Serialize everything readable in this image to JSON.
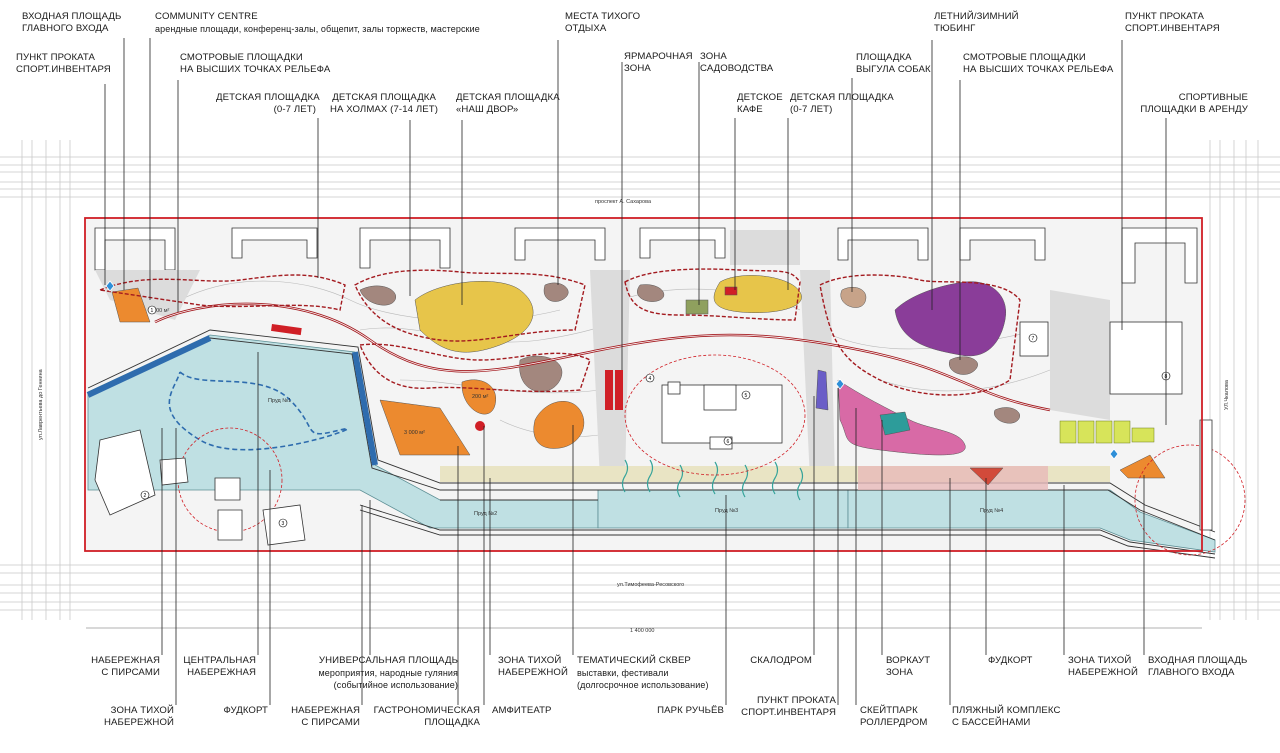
{
  "streets": {
    "top": "проспект А. Сахарова",
    "bottom": "ул.Тимофеева-Ресовского",
    "left": "ул.Лаврентьева до Геннина",
    "right": "УЛ.Чкалова",
    "scale": "1 400 000"
  },
  "ponds": [
    "Пруд №1",
    "Пруд №2",
    "Пруд №3",
    "Пруд №4"
  ],
  "area_tags": [
    "3 000 м²",
    "200 м²",
    "2000 м²"
  ],
  "markers": [
    "1",
    "2",
    "3",
    "4",
    "5",
    "6",
    "7",
    "8"
  ],
  "top_labels": [
    {
      "id": "entry-main-top",
      "lines": [
        "ВХОДНАЯ ПЛОЩАДЬ",
        "ГЛАВНОГО ВХОДА"
      ]
    },
    {
      "id": "community",
      "lines": [
        "COMMUNITY CENTRE"
      ],
      "sub": "арендные площади, конференц-залы, общепит, залы торжеств, мастерские"
    },
    {
      "id": "rental-top-left",
      "lines": [
        "ПУНКТ ПРОКАТА",
        "СПОРТ.ИНВЕНТАРЯ"
      ]
    },
    {
      "id": "viewpoints-left",
      "lines": [
        "СМОТРОВЫЕ ПЛОЩАДКИ",
        "НА ВЫСШИХ ТОЧКАХ РЕЛЬЕФА"
      ]
    },
    {
      "id": "kids-0-7-left",
      "lines": [
        "ДЕТСКАЯ ПЛОЩАДКА",
        "(0-7 ЛЕТ)"
      ]
    },
    {
      "id": "kids-hills",
      "lines": [
        "ДЕТСКАЯ ПЛОЩАДКА",
        "НА ХОЛМАХ (7-14 ЛЕТ)"
      ]
    },
    {
      "id": "kids-yard",
      "lines": [
        "ДЕТСКАЯ ПЛОЩАДКА",
        "«НАШ ДВОР»"
      ]
    },
    {
      "id": "quiet-rest",
      "lines": [
        "МЕСТА ТИХОГО",
        "ОТДЫХА"
      ]
    },
    {
      "id": "fair",
      "lines": [
        "ЯРМАРОЧНАЯ",
        "ЗОНА"
      ]
    },
    {
      "id": "garden",
      "lines": [
        "ЗОНА",
        "САДОВОДСТВА"
      ]
    },
    {
      "id": "kids-cafe",
      "lines": [
        "ДЕТСКОЕ",
        "КАФЕ"
      ]
    },
    {
      "id": "kids-0-7-right",
      "lines": [
        "ДЕТСКАЯ ПЛОЩАДКА",
        "(0-7 ЛЕТ)"
      ]
    },
    {
      "id": "dog-area",
      "lines": [
        "ПЛОЩАДКА",
        "ВЫГУЛА СОБАК"
      ]
    },
    {
      "id": "tubing",
      "lines": [
        "ЛЕТНИЙ/ЗИМНИЙ",
        "ТЮБИНГ"
      ]
    },
    {
      "id": "viewpoints-right",
      "lines": [
        "СМОТРОВЫЕ ПЛОЩАДКИ",
        "НА ВЫСШИХ ТОЧКАХ РЕЛЬЕФА"
      ]
    },
    {
      "id": "rental-top-right",
      "lines": [
        "ПУНКТ ПРОКАТА",
        "СПОРТ.ИНВЕНТАРЯ"
      ]
    },
    {
      "id": "sport-rent",
      "lines": [
        "СПОРТИВНЫЕ",
        "ПЛОЩАДКИ В АРЕНДУ"
      ]
    }
  ],
  "bottom_labels": [
    {
      "id": "embankment-piers-left",
      "lines": [
        "НАБЕРЕЖНАЯ",
        "С ПИРСАМИ"
      ]
    },
    {
      "id": "quiet-emb-left",
      "lines": [
        "ЗОНА ТИХОЙ",
        "НАБЕРЕЖНОЙ"
      ]
    },
    {
      "id": "central-emb",
      "lines": [
        "ЦЕНТРАЛЬНАЯ",
        "НАБЕРЕЖНАЯ"
      ]
    },
    {
      "id": "foodcourt-left",
      "lines": [
        "ФУДКОРТ"
      ]
    },
    {
      "id": "universal-square",
      "lines": [
        "УНИВЕРСАЛЬНАЯ ПЛОЩАДЬ",
        "мероприятия, народные гуляния",
        "(событийное использование)"
      ]
    },
    {
      "id": "embankment-piers-mid",
      "lines": [
        "НАБЕРЕЖНАЯ",
        "С ПИРСАМИ"
      ]
    },
    {
      "id": "gastro",
      "lines": [
        "ГАСТРОНОМИЧЕСКАЯ",
        "ПЛОЩАДКА"
      ]
    },
    {
      "id": "quiet-emb-mid",
      "lines": [
        "ЗОНА ТИХОЙ",
        "НАБЕРЕЖНОЙ"
      ]
    },
    {
      "id": "amphitheatre",
      "lines": [
        "АМФИТЕАТР"
      ]
    },
    {
      "id": "theme-square",
      "lines": [
        "ТЕМАТИЧЕСКИЙ СКВЕР",
        "выставки, фестивали",
        "(долгосрочное использование)"
      ]
    },
    {
      "id": "streams-park",
      "lines": [
        "ПАРК РУЧЬЁВ"
      ]
    },
    {
      "id": "climbing",
      "lines": [
        "СКАЛОДРОМ"
      ]
    },
    {
      "id": "rental-bottom",
      "lines": [
        "ПУНКТ ПРОКАТА",
        "СПОРТ.ИНВЕНТАРЯ"
      ]
    },
    {
      "id": "skatepark",
      "lines": [
        "СКЕЙТПАРК",
        "РОЛЛЕРДРОМ"
      ]
    },
    {
      "id": "workout",
      "lines": [
        "ВОРКАУТ",
        "ЗОНА"
      ]
    },
    {
      "id": "beach",
      "lines": [
        "ПЛЯЖНЫЙ КОМПЛЕКС",
        "С БАССЕЙНАМИ"
      ]
    },
    {
      "id": "foodcourt-right",
      "lines": [
        "ФУДКОРТ"
      ]
    },
    {
      "id": "quiet-emb-right",
      "lines": [
        "ЗОНА ТИХОЙ",
        "НАБЕРЕЖНОЙ"
      ]
    },
    {
      "id": "entry-main-bottom",
      "lines": [
        "ВХОДНАЯ ПЛОЩАДЬ",
        "ГЛАВНОГО ВХОДА"
      ]
    }
  ],
  "colors": {
    "boundary": "#d01f26",
    "path": "#a31a1f",
    "water": "#bfe0e3",
    "orange": "#ec8a2f",
    "yellow": "#e7c54a",
    "purple": "#8a3d99",
    "pink": "#d86aa6",
    "taupe": "#a3877e",
    "lime": "#d7e45a",
    "blue": "#2e6cae"
  }
}
